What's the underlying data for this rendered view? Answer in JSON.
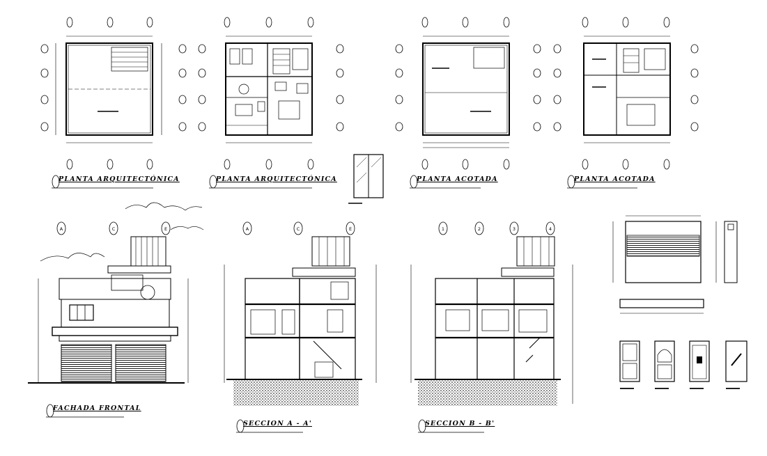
{
  "sheet": {
    "titles": {
      "plan_ground": "PLANTA ARQUITECTÓNICA",
      "plan_upper": "PLANTA ARQUITECTÓNICA",
      "plan_dim_1": "PLANTA ACOTADA",
      "plan_dim_2": "PLANTA ACOTADA",
      "facade": "FACHADA FRONTAL",
      "section_a": "SECCION A - A'",
      "section_b": "SECCION B - B'"
    },
    "grid_bubbles": {
      "facade": [
        "A",
        "C",
        "E"
      ],
      "section_a": [
        "A",
        "C",
        "E"
      ],
      "section_b": [
        "1",
        "2",
        "3",
        "4"
      ]
    }
  },
  "colors": {
    "line": "#000000",
    "paper": "#ffffff"
  }
}
